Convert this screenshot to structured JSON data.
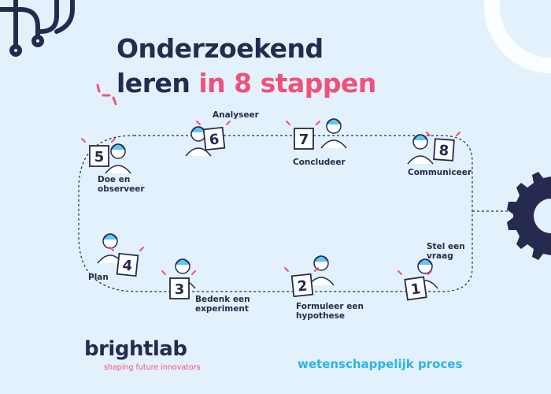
{
  "title": {
    "line1": "Onderzoekend",
    "line2_plain": "leren",
    "line2_accent": "in 8 stappen"
  },
  "steps": [
    {
      "number": "1",
      "label": [
        "Stel een",
        "vraag"
      ]
    },
    {
      "number": "2",
      "label": [
        "Formuleer een",
        "hypothese"
      ]
    },
    {
      "number": "3",
      "label": [
        "Bedenk een",
        "experiment"
      ]
    },
    {
      "number": "4",
      "label": [
        "Plan"
      ]
    },
    {
      "number": "5",
      "label": [
        "Doe en",
        "observeer"
      ]
    },
    {
      "number": "6",
      "label": [
        "Analyseer"
      ]
    },
    {
      "number": "7",
      "label": [
        "Concludeer"
      ]
    },
    {
      "number": "8",
      "label": [
        "Communiceer"
      ]
    }
  ],
  "brand": {
    "name": "brightlab",
    "tagline": "shaping future innovators"
  },
  "footer": {
    "process_label": "wetenschappelijk proces"
  },
  "colors": {
    "background": "#e2f1fb",
    "navy": "#262a4f",
    "pink": "#f0517a",
    "cyan": "#2bb3e6"
  }
}
